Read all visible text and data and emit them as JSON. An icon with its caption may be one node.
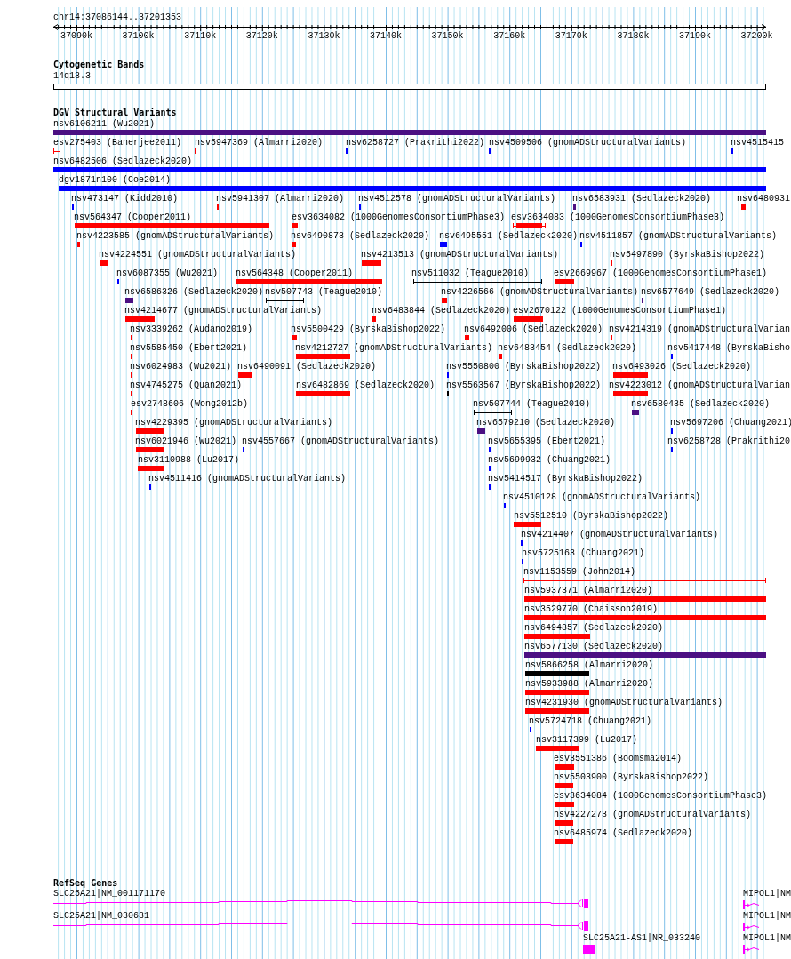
{
  "diagram": {
    "labels": [
      "chr14:37086144..37201353",
      "37090k",
      "37100k",
      "37110k",
      "37120k",
      "37130k",
      "37140k",
      "37150k",
      "37160k",
      "37170k",
      "37180k",
      "37190k",
      "37200k",
      "Cytogenetic Bands",
      "14q13.3",
      "DGV Structural Variants",
      "nsv6106211 (Wu2021)",
      "esv275403 (Banerjee2011)",
      "nsv5947369 (Almarri2020)",
      "nsv6258727 (Prakrithi2022)",
      "nsv4509506 (gnomADStructuralVariants)",
      "nsv4515415",
      "nsv6482506 (Sedlazeck2020)",
      "dgv1871n100 (Coe2014)",
      "nsv473147 (Kidd2010)",
      "nsv5941307 (Almarri2020)",
      "nsv4512578 (gnomADStructuralVariants)",
      "nsv6583931 (Sedlazeck2020)",
      "nsv6480931",
      "nsv564347 (Cooper2011)",
      "esv3634082 (1000GenomesConsortiumPhase3)",
      "esv3634083 (1000GenomesConsortiumPhase3)",
      "nsv4223585 (gnomADStructuralVariants)",
      "nsv6490873 (Sedlazeck2020)",
      "nsv6495551 (Sedlazeck2020)",
      "nsv4511857 (gnomADStructuralVariants)",
      "nsv4224551 (gnomADStructuralVariants)",
      "nsv4213513 (gnomADStructuralVariants)",
      "nsv5497890 (ByrskaBishop2022)",
      "nsv6087355 (Wu2021)",
      "nsv564348 (Cooper2011)",
      "nsv511032 (Teague2010)",
      "esv2669967 (1000GenomesConsortiumPhase1)",
      "nsv6586326 (Sedlazeck2020)",
      "nsv507743 (Teague2010)",
      "nsv4226566 (gnomADStructuralVariants)",
      "nsv6577649 (Sedlazeck2020)",
      "nsv4214677 (gnomADStructuralVariants)",
      "nsv6483844 (Sedlazeck2020)",
      "esv2670122 (1000GenomesConsortiumPhase1)",
      "nsv3339262 (Audano2019)",
      "nsv5500429 (ByrskaBishop2022)",
      "nsv6492006 (Sedlazeck2020)",
      "nsv4214319 (gnomADStructuralVarian",
      "nsv5585450 (Ebert2021)",
      "nsv4212727 (gnomADStructuralVariants)",
      "nsv6483454 (Sedlazeck2020)",
      "nsv5417448 (ByrskaBisho",
      "nsv6024983 (Wu2021)",
      "nsv6490091 (Sedlazeck2020)",
      "nsv5550800 (ByrskaBishop2022)",
      "nsv6493026 (Sedlazeck2020)",
      "nsv4745275 (Quan2021)",
      "nsv6482869 (Sedlazeck2020)",
      "nsv5563567 (ByrskaBishop2022)",
      "nsv4223012 (gnomADStructuralVarian",
      "esv2748606 (Wong2012b)",
      "nsv507744 (Teague2010)",
      "nsv6580435 (Sedlazeck2020)",
      "nsv4229395 (gnomADStructuralVariants)",
      "nsv6579210 (Sedlazeck2020)",
      "nsv5697206 (Chuang2021)",
      "nsv6021946 (Wu2021)",
      "nsv4557667 (gnomADStructuralVariants)",
      "nsv5655395 (Ebert2021)",
      "nsv6258728 (Prakrithi20",
      "nsv3110988 (Lu2017)",
      "nsv5699932 (Chuang2021)",
      "nsv4511416 (gnomADStructuralVariants)",
      "nsv5414517 (ByrskaBishop2022)",
      "nsv4510128 (gnomADStructuralVariants)",
      "nsv5512510 (ByrskaBishop2022)",
      "nsv4214407 (gnomADStructuralVariants)",
      "nsv5725163 (Chuang2021)",
      "nsv1153559 (John2014)",
      "nsv5937371 (Almarri2020)",
      "nsv3529770 (Chaisson2019)",
      "nsv6494857 (Sedlazeck2020)",
      "nsv6577130 (Sedlazeck2020)",
      "nsv5866258 (Almarri2020)",
      "nsv5933988 (Almarri2020)",
      "nsv4231930 (gnomADStructuralVariants)",
      "nsv5724718 (Chuang2021)",
      "nsv3117399 (Lu2017)",
      "esv3551386 (Boomsma2014)",
      "nsv5503900 (ByrskaBishop2022)",
      "esv3634084 (1000GenomesConsortiumPhase3)",
      "nsv4227273 (gnomADStructuralVariants)",
      "nsv6485974 (Sedlazeck2020)",
      "RefSeq Genes",
      "SLC25A21|NM_001171170",
      "MIPOL1|NM",
      "SLC25A21|NM_030631",
      "MIPOL1|NM",
      "SLC25A21-AS1|NR_033240",
      "MIPOL1|NM"
    ]
  }
}
